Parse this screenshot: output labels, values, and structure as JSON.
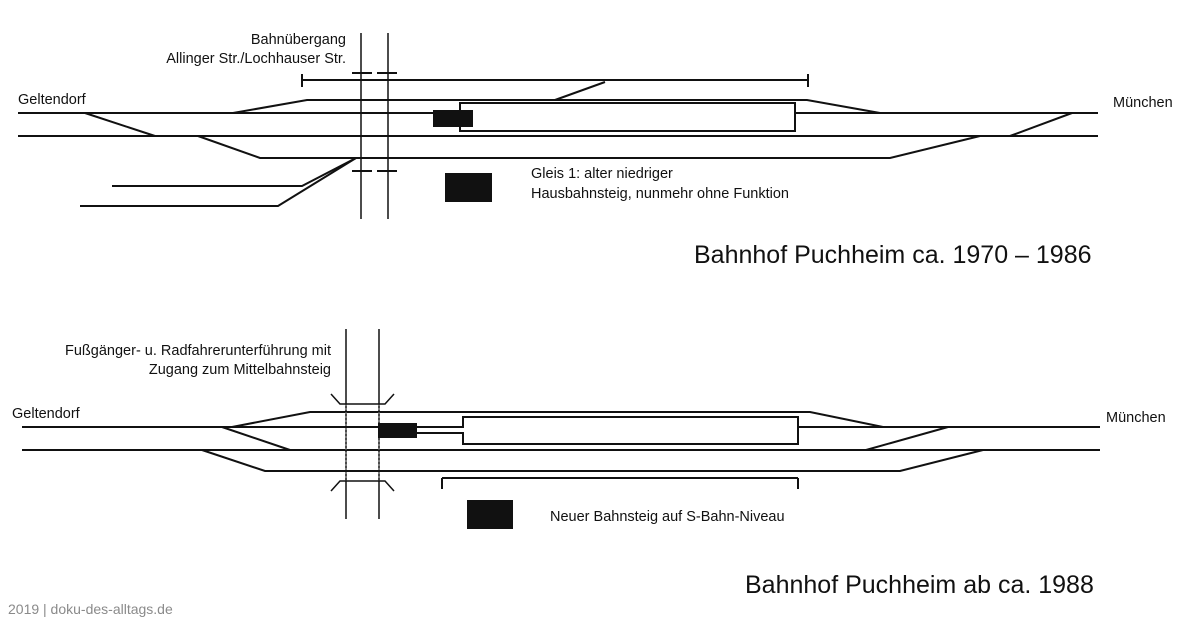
{
  "diagram_1970": {
    "title": "Bahnhof Puchheim ca. 1970 – 1986",
    "label_west": "Geltendorf",
    "label_east": "München",
    "crossing_label_line1": "Bahnübergang",
    "crossing_label_line2": "Allinger Str./Lochhauser Str.",
    "platform_note_line1": "Gleis 1: alter niedriger",
    "platform_note_line2": "Hausbahnsteig, nunmehr ohne Funktion"
  },
  "diagram_1988": {
    "title": "Bahnhof Puchheim ab ca. 1988",
    "label_west": "Geltendorf",
    "label_east": "München",
    "underpass_label_line1": "Fußgänger- u. Radfahrerunterführung mit",
    "underpass_label_line2": "Zugang zum Mittelbahnsteig",
    "platform_note": "Neuer Bahnsteig auf S-Bahn-Niveau"
  },
  "credit": "2019 | doku-des-alltags.de",
  "colors": {
    "line": "#111111",
    "credit": "#8a8a8a",
    "background": "#ffffff"
  }
}
